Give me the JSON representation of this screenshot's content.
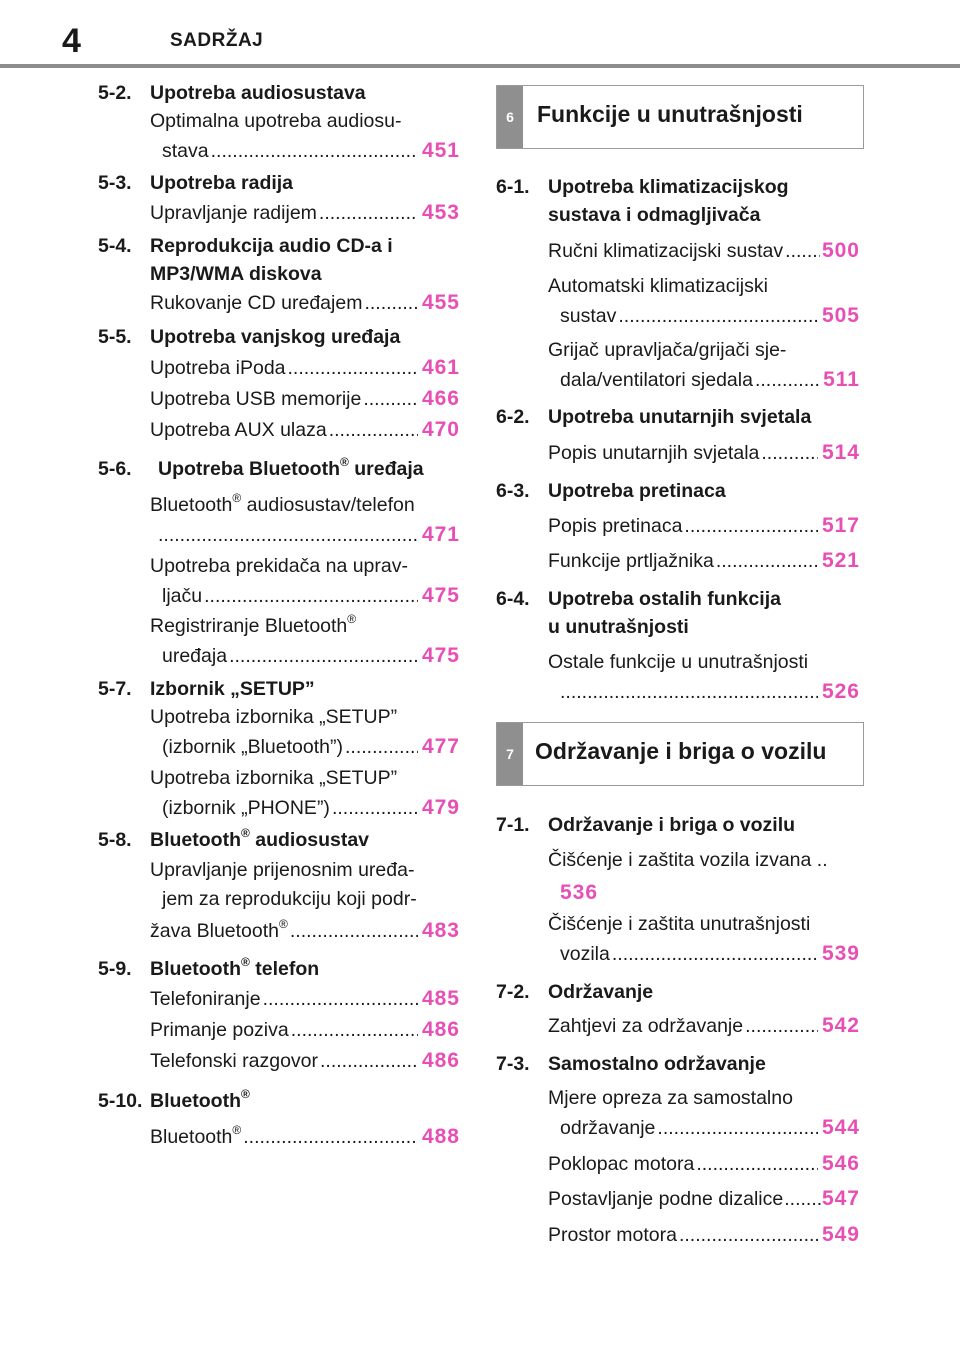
{
  "header": {
    "page_number": "4",
    "title": "SADRŽAJ"
  },
  "dots": "..................................................................",
  "left": {
    "s52": {
      "num": "5-2.",
      "title": "Upotreba audiosustava"
    },
    "e_451": {
      "l1": "Optimalna upotreba audiosu-",
      "l2": "stava",
      "page": "451"
    },
    "s53": {
      "num": "5-3.",
      "title": "Upotreba radija"
    },
    "e_453": {
      "text": "Upravljanje radijem",
      "page": "453"
    },
    "s54": {
      "num": "5-4.",
      "title": "Reprodukcija audio CD-a i MP3/WMA diskova"
    },
    "e_455": {
      "text": "Rukovanje CD uređajem",
      "page": "455"
    },
    "s55": {
      "num": "5-5.",
      "title": "Upotreba vanjskog uređaja"
    },
    "e_461": {
      "text": "Upotreba iPoda",
      "page": "461"
    },
    "e_466": {
      "text": "Upotreba USB memorije",
      "page": "466"
    },
    "e_470": {
      "text": "Upotreba AUX ulaza",
      "page": "470"
    },
    "s56": {
      "num": "5-6.",
      "title_a": "Upotreba Bluetooth",
      "reg": "®",
      "title_b": " uređaja"
    },
    "e_471": {
      "l1a": "Bluetooth",
      "reg": "®",
      "l1b": " audiosustav/telefon",
      "page": "471"
    },
    "e_475a": {
      "l1": "Upotreba prekidača na uprav-",
      "l2": "ljaču",
      "page": "475"
    },
    "e_475b": {
      "l1a": "Registriranje Bluetooth",
      "reg": "®",
      "l2": "uređaja",
      "page": "475"
    },
    "s57": {
      "num": "5-7.",
      "title": "Izbornik „SETUP”"
    },
    "e_477": {
      "l1": "Upotreba izbornika „SETUP”",
      "l2": "(izbornik „Bluetooth”)",
      "page": "477"
    },
    "e_479": {
      "l1": "Upotreba izbornika „SETUP”",
      "l2": "(izbornik „PHONE”)",
      "page": "479"
    },
    "s58": {
      "num": "5-8.",
      "title_a": "Bluetooth",
      "reg": "®",
      "title_b": " audiosustav"
    },
    "e_483": {
      "l1": "Upravljanje prijenosnim uređa-",
      "l2": "jem za reprodukciju koji podr-",
      "l3a": "žava Bluetooth",
      "reg": "®",
      "page": "483"
    },
    "s59": {
      "num": "5-9.",
      "title_a": "Bluetooth",
      "reg": "®",
      "title_b": " telefon"
    },
    "e_485": {
      "text": "Telefoniranje",
      "page": "485"
    },
    "e_486a": {
      "text": "Primanje poziva",
      "page": "486"
    },
    "e_486b": {
      "text": "Telefonski razgovor",
      "page": "486"
    },
    "s510": {
      "num": "5-10.",
      "title_a": "Bluetooth",
      "reg": "®"
    },
    "e_488": {
      "la": "Bluetooth",
      "reg": "®",
      "page": "488"
    }
  },
  "right": {
    "chapter6": {
      "number": "6",
      "title": "Funkcije u unutrašnjosti"
    },
    "s61": {
      "num": "6-1.",
      "title": "Upotreba klimatizacijskog sustava i odmagljivača"
    },
    "e_500": {
      "text": "Ručni klimatizacijski sustav",
      "page": "500"
    },
    "e_505": {
      "l1": "Automatski klimatizacijski",
      "l2": "sustav",
      "page": "505"
    },
    "e_511": {
      "l1": "Grijač upravljača/grijači sje-",
      "l2": "dala/ventilatori sjedala",
      "page": "511"
    },
    "s62": {
      "num": "6-2.",
      "title": "Upotreba unutarnjih svjetala"
    },
    "e_514": {
      "text": "Popis unutarnjih svjetala",
      "page": "514"
    },
    "s63": {
      "num": "6-3.",
      "title": "Upotreba pretinaca"
    },
    "e_517": {
      "text": "Popis pretinaca",
      "page": "517"
    },
    "e_521": {
      "text": "Funkcije prtljažnika",
      "page": "521"
    },
    "s64": {
      "num": "6-4.",
      "title": "Upotreba ostalih funkcija u unutrašnjosti"
    },
    "e_526": {
      "l1": "Ostale funkcije u unutrašnjosti",
      "page": "526"
    },
    "chapter7": {
      "number": "7",
      "title": "Održavanje i briga o vozilu"
    },
    "s71": {
      "num": "7-1.",
      "title": "Održavanje i briga o vozilu"
    },
    "e_536": {
      "l1": "Čišćenje i zaštita vozila izvana ..",
      "page": "536"
    },
    "e_539": {
      "l1": "Čišćenje i zaštita unutrašnjosti",
      "l2": "vozila",
      "page": "539"
    },
    "s72": {
      "num": "7-2.",
      "title": "Održavanje"
    },
    "e_542": {
      "text": "Zahtjevi za održavanje",
      "page": "542"
    },
    "s73": {
      "num": "7-3.",
      "title": "Samostalno održavanje"
    },
    "e_544": {
      "l1": "Mjere opreza za samostalno",
      "l2": "održavanje",
      "page": "544"
    },
    "e_546": {
      "text": "Poklopac motora",
      "page": "546"
    },
    "e_547": {
      "text": "Postavljanje podne dizalice",
      "page": "547"
    },
    "e_549": {
      "text": "Prostor motora",
      "page": "549"
    }
  }
}
